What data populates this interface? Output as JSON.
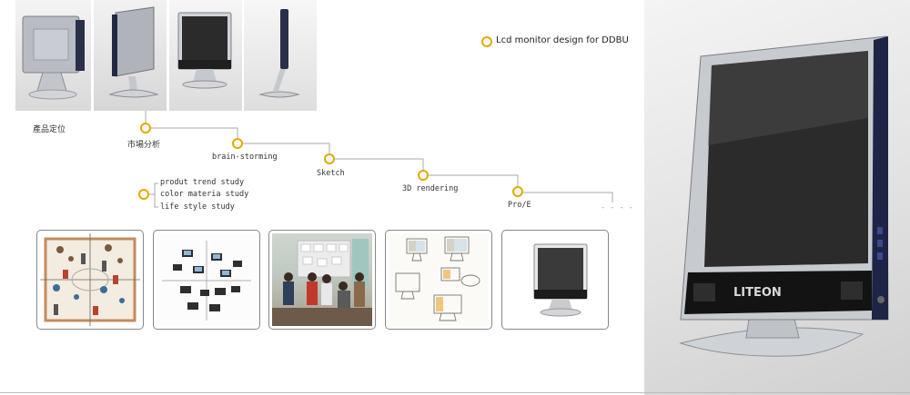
{
  "header": {
    "title": "Lcd monitor design for DDBU",
    "accent": "#e6a800"
  },
  "process": {
    "start_label": "產品定位",
    "steps": [
      {
        "label": "市場分析"
      },
      {
        "label": "brain-storming"
      },
      {
        "label": "Sketch"
      },
      {
        "label": "3D rendering"
      },
      {
        "label": "Pro/E"
      }
    ],
    "trailing": "- - - -",
    "sub_items": [
      "produt trend study",
      "color materia study",
      "life style study"
    ]
  },
  "hero": {
    "brand": "LITEON"
  },
  "icons": {
    "bullet": "ring-bullet-icon"
  }
}
